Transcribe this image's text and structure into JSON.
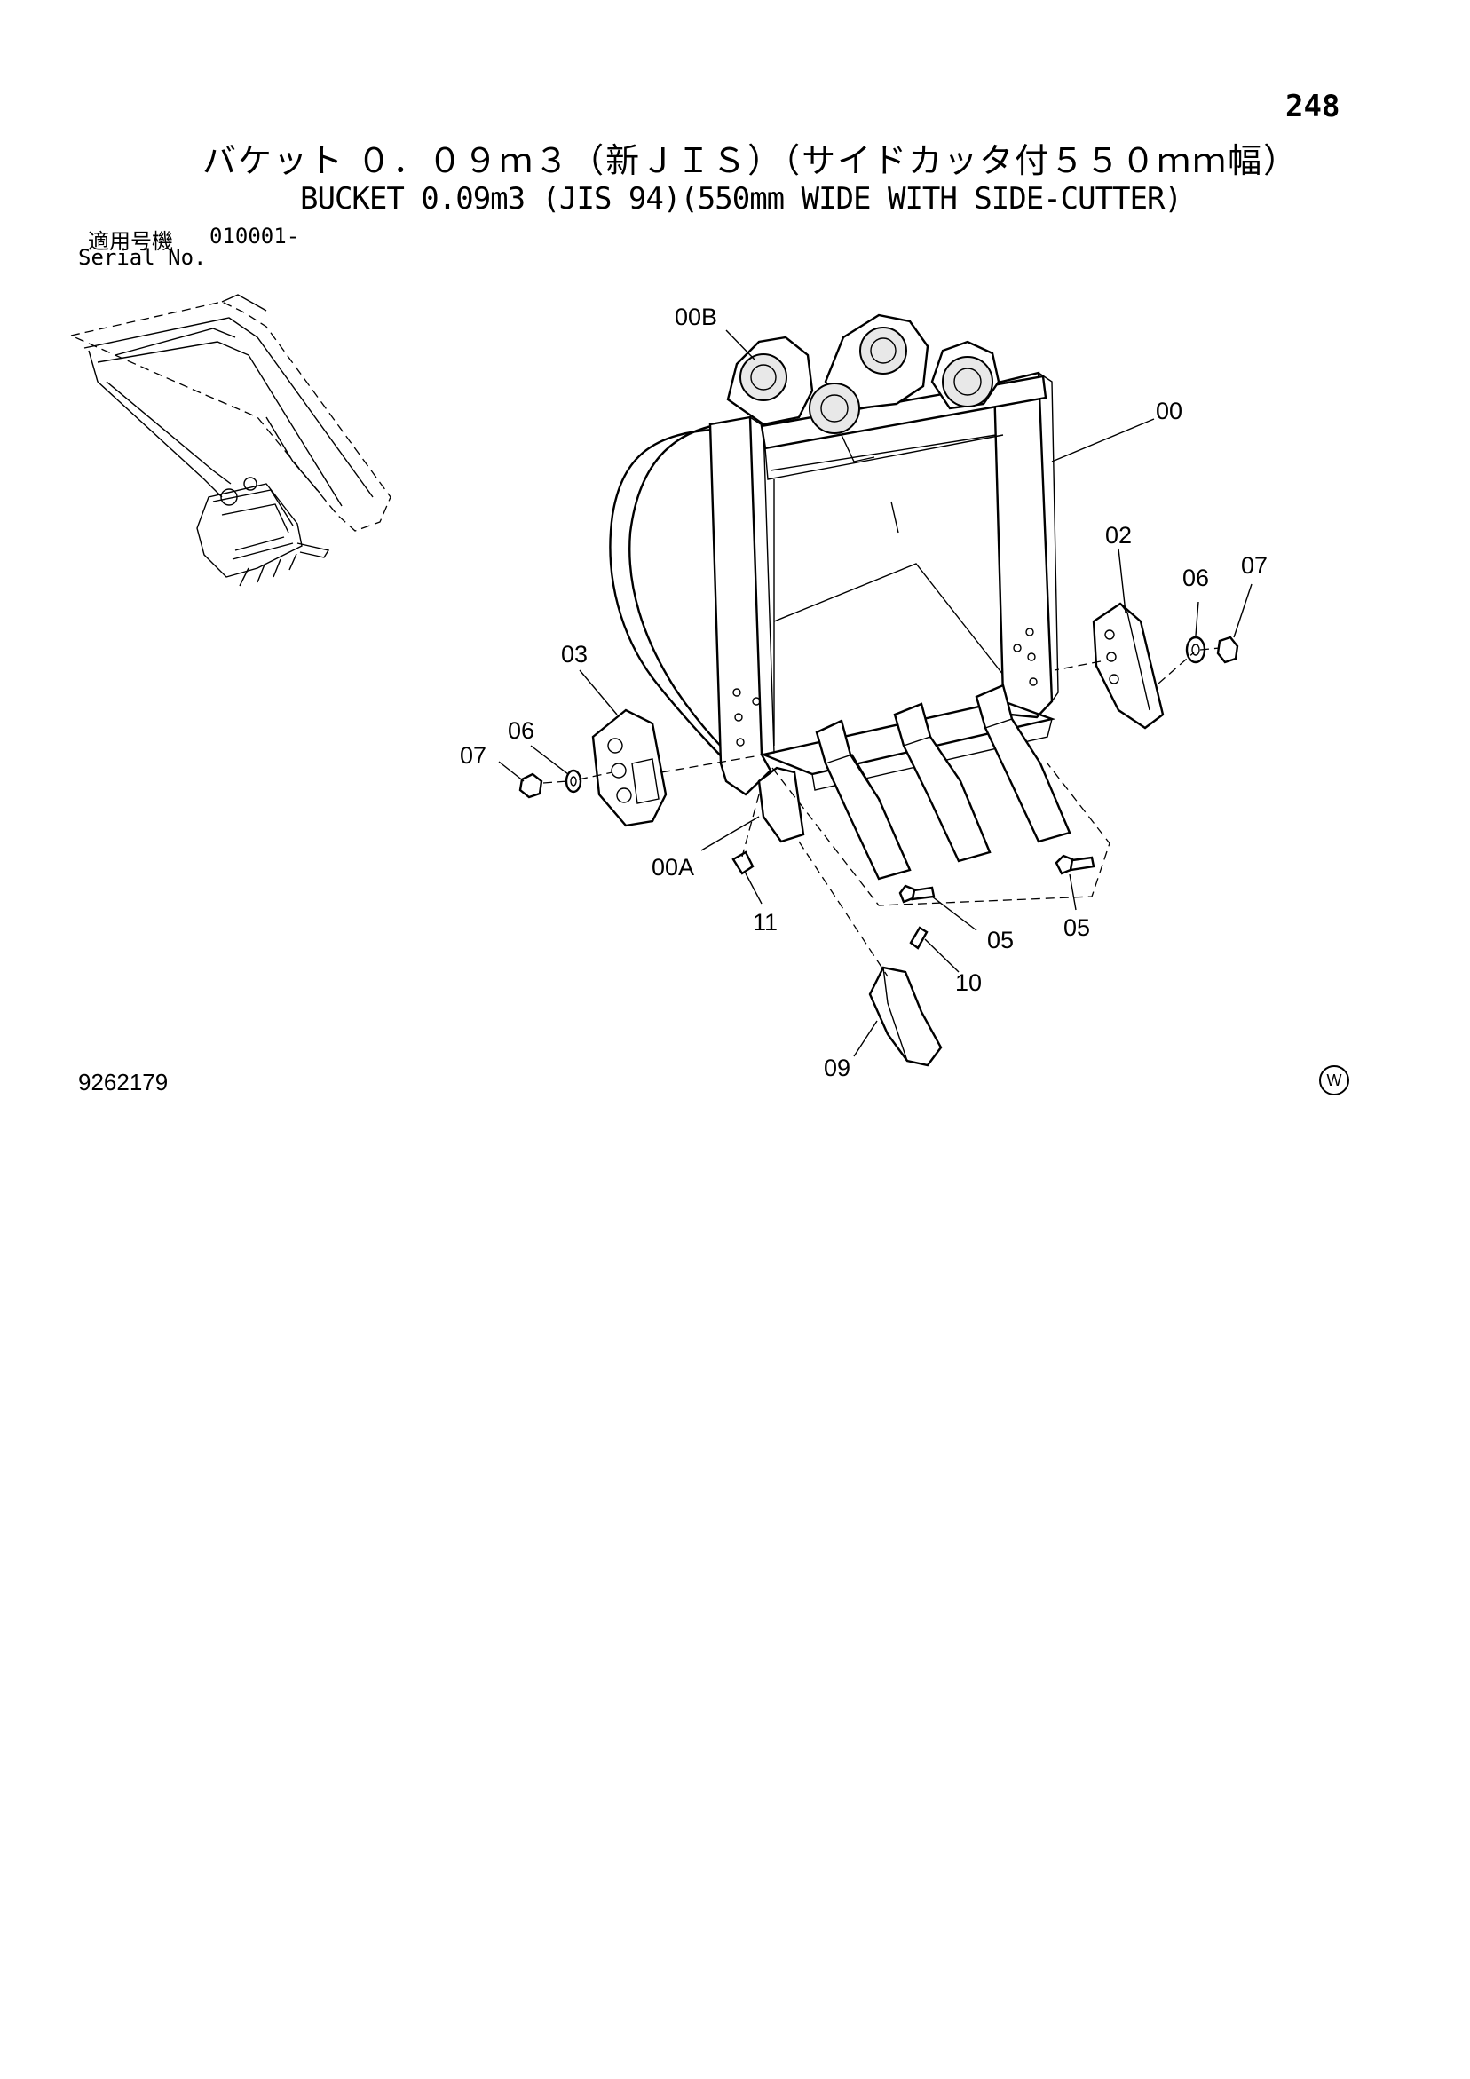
{
  "page": {
    "number": "248",
    "title_jp": "バケット ０．０９ｍ３（新ＪＩＳ）（サイドカッタ付５５０ｍｍ幅）",
    "title_en": "BUCKET 0.09m3 (JIS 94)(550mm WIDE WITH SIDE-CUTTER)",
    "serial_label_jp": "適用号機",
    "serial_value": "010001-",
    "serial_label_en": "Serial No.",
    "figure_number": "9262179",
    "corner_mark": "W"
  },
  "callouts": {
    "c00B": "00B",
    "c00": "00",
    "c02": "02",
    "c06r": "06",
    "c07r": "07",
    "c03": "03",
    "c06l": "06",
    "c07l": "07",
    "c00A": "00A",
    "c11": "11",
    "c05a": "05",
    "c05b": "05",
    "c10": "10",
    "c09": "09"
  }
}
